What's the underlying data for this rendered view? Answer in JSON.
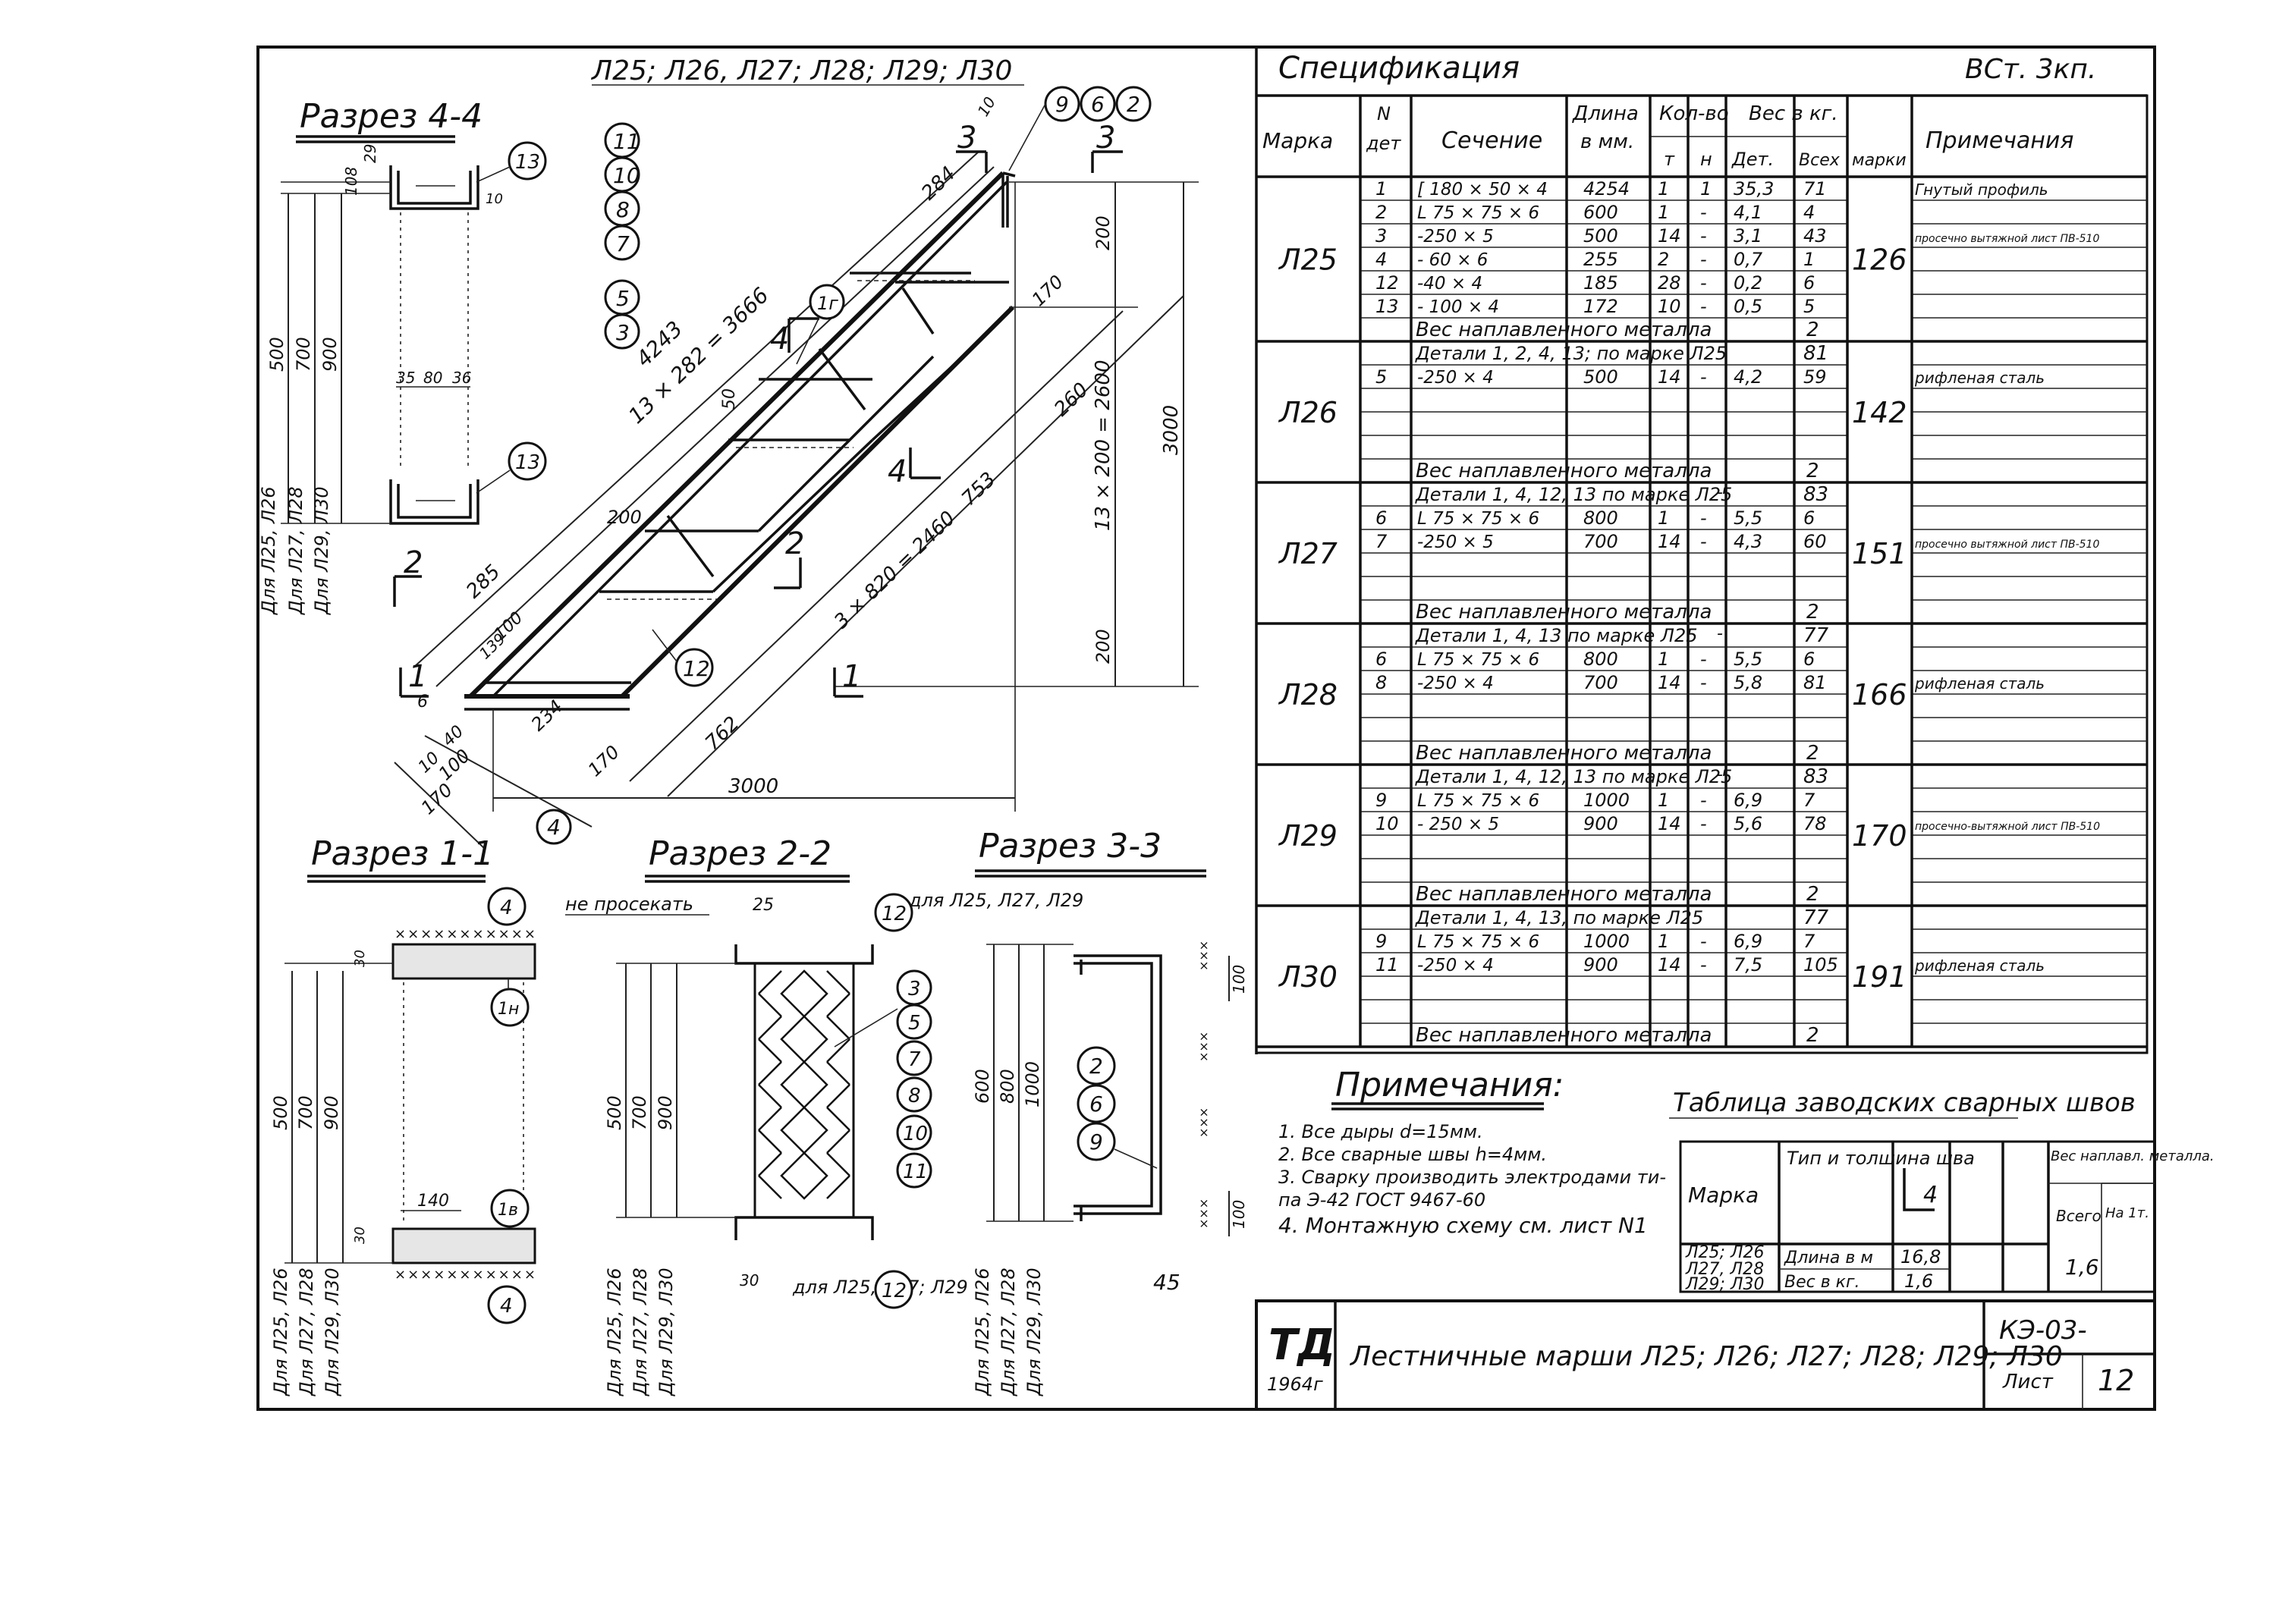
{
  "title_block": {
    "org": "ТД",
    "year": "1964г",
    "sheet_title": "Лестничные марши Л25; Л26; Л27; Л28; Л29; Л30",
    "code": "КЭ-03-",
    "sheet_label": "Лист",
    "sheet_number": "12"
  },
  "drawing": {
    "main_title": "Л25; Л26, Л27; Л28; Л29; Л30",
    "section_4_4": "Разрез 4-4",
    "section_1_1": "Разрез 1-1",
    "section_2_2": "Разрез 2-2",
    "section_3_3": "Разрез 3-3",
    "ne_prosekat": "не просекать",
    "note_l25_l27_l29": "для Л25, Л27, Л29",
    "note_l25_l27_l29_b": "для Л25, Л27; Л29",
    "balloons_left": [
      "11",
      "10",
      "8",
      "7",
      "5",
      "3"
    ],
    "balloons_top": [
      "9",
      "6",
      "2"
    ],
    "balloons_sec33": [
      "2",
      "6",
      "9"
    ],
    "balloons_sec22": [
      "3",
      "5",
      "7",
      "8",
      "10",
      "11"
    ],
    "marks": {
      "m13": "13",
      "m12": "12",
      "m4": "4",
      "m1v": "1в",
      "m1g": "1г",
      "m1n": "1н",
      "cut1": "1",
      "cut2": "2",
      "cut3": "3",
      "cut4": "4"
    },
    "dims": {
      "d4243": "4243",
      "d13x282": "13 × 282 = 3666",
      "d284": "284",
      "d285": "285",
      "d200a": "200",
      "d200b": "200",
      "d200c": "200",
      "d170a": "170",
      "d170b": "170",
      "d170c": "170",
      "d260": "260",
      "d753": "753",
      "d762": "762",
      "d3x820": "3 × 820 = 2460",
      "d13x200": "13 × 200 = 2600",
      "d3000v": "3000",
      "d3000h": "3000",
      "d234": "234",
      "d100a": "100",
      "d100b": "100",
      "d50": "50",
      "d10": "10",
      "d40": "40",
      "d6": "6",
      "d139": "139",
      "d500": "500",
      "d700": "700",
      "d900": "900",
      "d600": "600",
      "d800": "800",
      "d1000": "1000",
      "d35": "35",
      "d80": "80",
      "d36": "36",
      "d140": "140",
      "d30": "30",
      "d25": "25",
      "d45": "45",
      "d29": "29",
      "d108": "108"
    },
    "vertical_notes": {
      "for_l25_l26": "Для Л25, Л26",
      "for_l27_l28": "Для Л27, Л28",
      "for_l29_l30": "Для Л29, Л30"
    }
  },
  "spec": {
    "title": "Спецификация",
    "material": "ВСт. 3кп.",
    "headers": {
      "marka": "Марка",
      "n_det": "N дет",
      "sechenie": "Сечение",
      "dlina": "Длина в мм.",
      "kol_vo": "Кол-во",
      "t": "т",
      "n": "н",
      "ves": "Вес в кг.",
      "det": "Дет.",
      "vseh": "Всех",
      "marki": "марки",
      "primech": "Примечания"
    },
    "groups": [
      {
        "marka": "Л25",
        "ves_marki": "126",
        "rows": [
          {
            "n": "1",
            "sec": "[ 180 × 50 × 4",
            "len": "4254",
            "t": "1",
            "nn": "1",
            "det": "35,3",
            "all": "71",
            "note": "Гнутый профиль"
          },
          {
            "n": "2",
            "sec": "L 75 × 75 × 6",
            "len": "600",
            "t": "1",
            "nn": "-",
            "det": "4,1",
            "all": "4",
            "note": ""
          },
          {
            "n": "3",
            "sec": "-250 × 5",
            "len": "500",
            "t": "14",
            "nn": "-",
            "det": "3,1",
            "all": "43",
            "note": "просечно вытяжной лист ПВ-510"
          },
          {
            "n": "4",
            "sec": "- 60 × 6",
            "len": "255",
            "t": "2",
            "nn": "-",
            "det": "0,7",
            "all": "1",
            "note": ""
          },
          {
            "n": "12",
            "sec": "-40 × 4",
            "len": "185",
            "t": "28",
            "nn": "-",
            "det": "0,2",
            "all": "6",
            "note": ""
          },
          {
            "n": "13",
            "sec": "- 100 × 4",
            "len": "172",
            "t": "10",
            "nn": "-",
            "det": "0,5",
            "all": "5",
            "note": ""
          }
        ],
        "weld": "Вес наплавленного металла",
        "weld_val": "2"
      },
      {
        "marka": "Л26",
        "ves_marki": "142",
        "details": "Детали 1, 2, 4, 13; по марке Л25",
        "details_dash": "-",
        "details_val": "81",
        "rows": [
          {
            "n": "5",
            "sec": "-250 × 4",
            "len": "500",
            "t": "14",
            "nn": "-",
            "det": "4,2",
            "all": "59",
            "note": "рифленая сталь"
          }
        ],
        "weld": "Вес наплавленного металла",
        "weld_val": "2"
      },
      {
        "marka": "Л27",
        "ves_marki": "151",
        "details": "Детали 1, 4, 12, 13 по марке Л25",
        "details_dash": "-",
        "details_val": "83",
        "rows": [
          {
            "n": "6",
            "sec": "L 75 × 75 × 6",
            "len": "800",
            "t": "1",
            "nn": "-",
            "det": "5,5",
            "all": "6",
            "note": ""
          },
          {
            "n": "7",
            "sec": "-250 × 5",
            "len": "700",
            "t": "14",
            "nn": "-",
            "det": "4,3",
            "all": "60",
            "note": "просечно вытяжной лист ПВ-510"
          }
        ],
        "weld": "Вес наплавленного металла",
        "weld_val": "2"
      },
      {
        "marka": "Л28",
        "ves_marki": "166",
        "details": "Детали 1, 4, 13 по марке Л25",
        "details_dash": "-",
        "details_val": "77",
        "rows": [
          {
            "n": "6",
            "sec": "L 75 × 75 × 6",
            "len": "800",
            "t": "1",
            "nn": "-",
            "det": "5,5",
            "all": "6",
            "note": ""
          },
          {
            "n": "8",
            "sec": "-250 × 4",
            "len": "700",
            "t": "14",
            "nn": "-",
            "det": "5,8",
            "all": "81",
            "note": "рифленая сталь"
          }
        ],
        "weld": "Вес наплавленного металла",
        "weld_val": "2"
      },
      {
        "marka": "Л29",
        "ves_marki": "170",
        "details": "Детали 1, 4, 12, 13 по марке Л25",
        "details_dash": "-",
        "details_val": "83",
        "rows": [
          {
            "n": "9",
            "sec": "L 75 × 75 × 6",
            "len": "1000",
            "t": "1",
            "nn": "-",
            "det": "6,9",
            "all": "7",
            "note": ""
          },
          {
            "n": "10",
            "sec": "- 250 × 5",
            "len": "900",
            "t": "14",
            "nn": "-",
            "det": "5,6",
            "all": "78",
            "note": "просечно-вытяжной лист ПВ-510"
          }
        ],
        "weld": "Вес наплавленного металла",
        "weld_val": "2"
      },
      {
        "marka": "Л30",
        "ves_marki": "191",
        "details": "Детали 1, 4, 13, по марке Л25",
        "details_dash": "",
        "details_val": "77",
        "rows": [
          {
            "n": "9",
            "sec": "L 75 × 75 × 6",
            "len": "1000",
            "t": "1",
            "nn": "-",
            "det": "6,9",
            "all": "7",
            "note": ""
          },
          {
            "n": "11",
            "sec": "-250 × 4",
            "len": "900",
            "t": "14",
            "nn": "-",
            "det": "7,5",
            "all": "105",
            "note": "рифленая сталь"
          }
        ],
        "weld": "Вес наплавленного металла",
        "weld_val": "2"
      }
    ]
  },
  "notes": {
    "title": "Примечания:",
    "items": [
      "1. Все дыры d=15мм.",
      "2. Все сварные швы h=4мм.",
      "3. Сварку производить электродами ти-",
      "па Э-42 ГОСТ 9467-60",
      "4. Монтажную схему см. лист N1"
    ]
  },
  "welds": {
    "title": "Таблица заводских сварных швов",
    "h_marka": "Марка",
    "h_type": "Тип и толщина шва",
    "h_sym": "4",
    "h_ves": "Вес наплавл. металла.",
    "h_vsego": "Всего",
    "h_na": "На 1т.",
    "marka_lines": [
      "Л25; Л26",
      "Л27, Л28",
      "Л29; Л30"
    ],
    "len_label": "Длина в м",
    "len_val": "16,8",
    "wt_label": "Вес в кг.",
    "wt_val": "1,6",
    "total": "1,6"
  }
}
